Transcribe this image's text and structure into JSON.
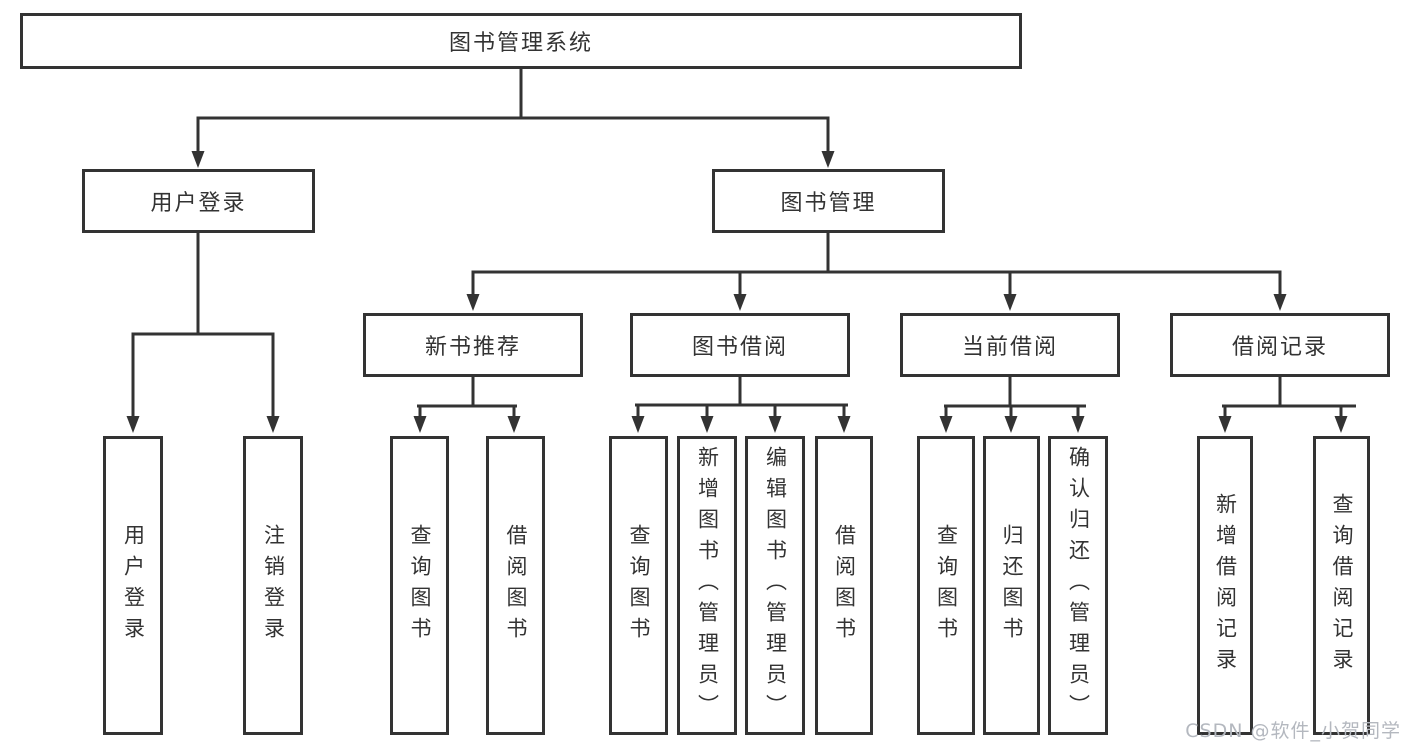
{
  "tree": {
    "root": {
      "label": "图书管理系统",
      "children": [
        {
          "label": "用户登录",
          "children": [
            {
              "label": "用户登录"
            },
            {
              "label": "注销登录"
            }
          ]
        },
        {
          "label": "图书管理",
          "children": [
            {
              "label": "新书推荐",
              "children": [
                {
                  "label": "查询图书"
                },
                {
                  "label": "借阅图书"
                }
              ]
            },
            {
              "label": "图书借阅",
              "children": [
                {
                  "label": "查询图书"
                },
                {
                  "label": "新增图书（管理员）"
                },
                {
                  "label": "编辑图书（管理员）"
                },
                {
                  "label": "借阅图书"
                }
              ]
            },
            {
              "label": "当前借阅",
              "children": [
                {
                  "label": "查询图书"
                },
                {
                  "label": "归还图书"
                },
                {
                  "label": "确认归还（管理员）"
                }
              ]
            },
            {
              "label": "借阅记录",
              "children": [
                {
                  "label": "新增借阅记录"
                },
                {
                  "label": "查询借阅记录"
                }
              ]
            }
          ]
        }
      ]
    }
  },
  "watermark": {
    "text": "CSDN @软件_小贺同学"
  },
  "colors": {
    "line": "#333333",
    "box_border": "#333333",
    "box_fill": "#ffffff",
    "text": "#333333",
    "watermark": "#b4b8bf",
    "background": "#ffffff"
  }
}
